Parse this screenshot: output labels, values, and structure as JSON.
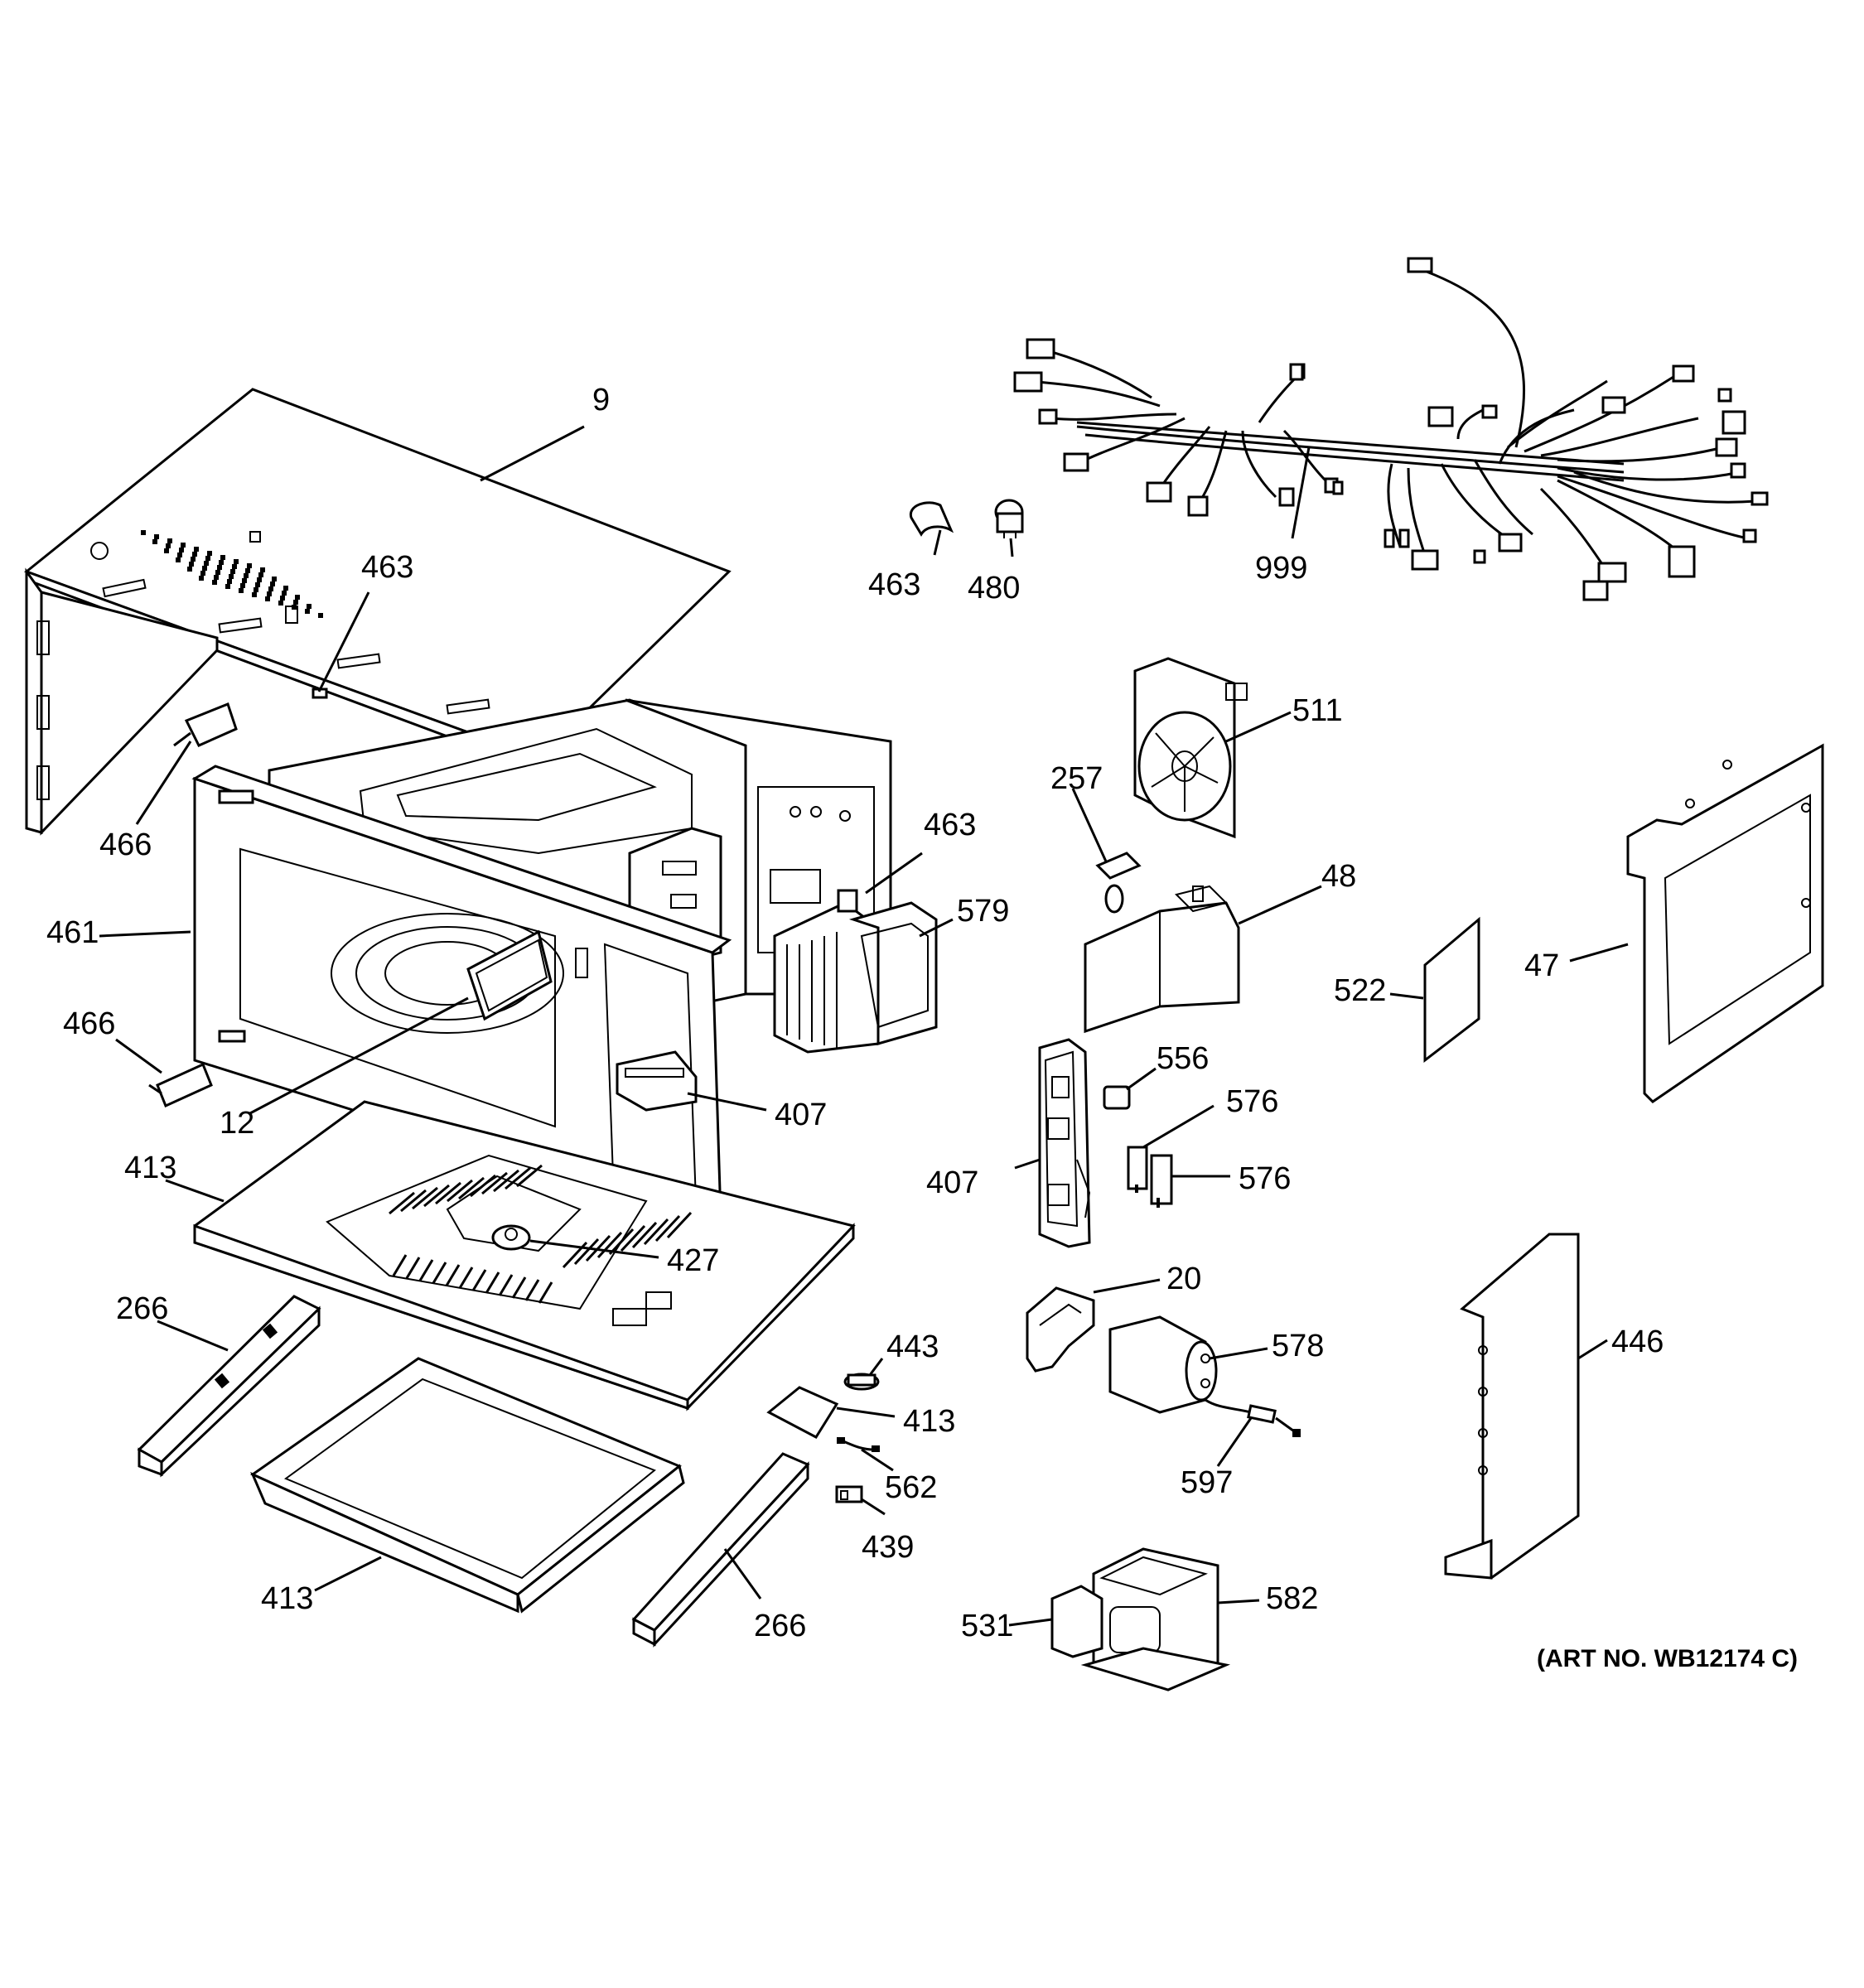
{
  "diagram": {
    "art_number": "(ART NO. WB12174 C)",
    "callouts": {
      "c9": "9",
      "c463a": "463",
      "c463b": "463",
      "c463c": "463",
      "c480": "480",
      "c999": "999",
      "c466a": "466",
      "c466b": "466",
      "c461": "461",
      "c12": "12",
      "c407a": "407",
      "c407b": "407",
      "c413a": "413",
      "c413b": "413",
      "c413c": "413",
      "c427": "427",
      "c266a": "266",
      "c266b": "266",
      "c443": "443",
      "c562": "562",
      "c439": "439",
      "c511": "511",
      "c257": "257",
      "c48": "48",
      "c579": "579",
      "c556": "556",
      "c576a": "576",
      "c576b": "576",
      "c522": "522",
      "c47": "47",
      "c20": "20",
      "c578": "578",
      "c597": "597",
      "c446": "446",
      "c531": "531",
      "c582": "582"
    }
  }
}
